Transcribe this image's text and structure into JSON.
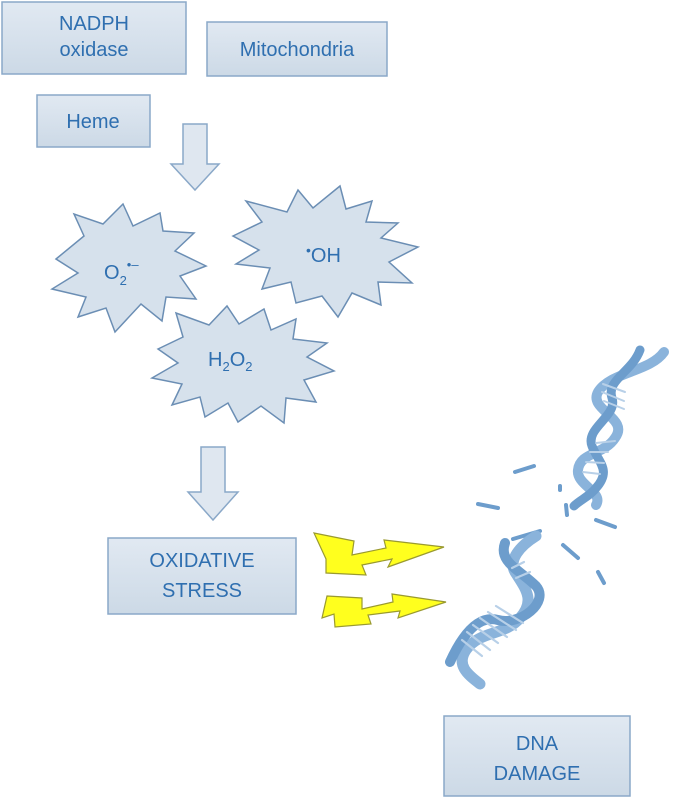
{
  "sources": {
    "nadph_line1": "NADPH",
    "nadph_line2": "oxidase",
    "mitochondria": "Mitochondria",
    "heme": "Heme"
  },
  "ros": {
    "superoxide": {
      "base": "O",
      "sub": "2",
      "sup": "•–"
    },
    "hydroxyl": {
      "sup": "•",
      "base": "OH"
    },
    "peroxide": {
      "h": "H",
      "sub1": "2",
      "o": "O",
      "sub2": "2"
    }
  },
  "oxidative_stress": {
    "line1": "OXIDATIVE",
    "line2": "STRESS"
  },
  "dna_damage": {
    "line1": "DNA",
    "line2": "DAMAGE"
  },
  "colors": {
    "box_fill": "#d6e1ec",
    "box_stroke": "#8aa8c8",
    "text": "#2f6fb0",
    "burst_fill": "#d6e1ec",
    "burst_stroke": "#6b8eb4",
    "lightning_fill": "#ffff1e",
    "lightning_stroke": "#9a9a30",
    "dna_color": "#6d9dcc"
  }
}
